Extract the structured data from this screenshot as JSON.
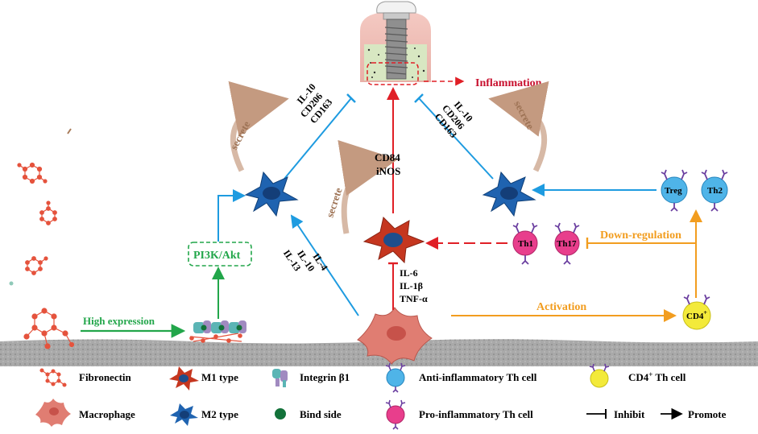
{
  "diagram": {
    "outcome": "Inflammation",
    "left_secreted": [
      "IL-10",
      "CD206",
      "CD163"
    ],
    "right_secreted": [
      "IL-10",
      "CD206",
      "CD163"
    ],
    "m1_markers": [
      "CD84",
      "iNOS"
    ],
    "secrete_label": "secrete",
    "pathway": "PI3K/Akt",
    "high_expression": "High expression",
    "m2_inducers": [
      "IL-4",
      "IL-10",
      "IL-13"
    ],
    "m1_inducers": [
      "IL-6",
      "IL-1β",
      "TNF-α"
    ],
    "activation": "Activation",
    "down_regulation": "Down-regulation",
    "cells": {
      "th1": "Th1",
      "th17": "Th17",
      "treg": "Treg",
      "th2": "Th2",
      "cd4": "CD4",
      "cd4_sup": "+"
    }
  },
  "legend": {
    "fibronectin": "Fibronectin",
    "macrophage": "Macrophage",
    "m1_type": "M1 type",
    "m2_type": "M2 type",
    "integrin": "Integrin β1",
    "bind_side": "Bind side",
    "anti_th": "Anti-inflammatory Th cell",
    "pro_th": "Pro-inflammatory Th cell",
    "cd4_th": "CD4",
    "cd4_th_sup": "+",
    "cd4_th_suffix": " Th cell",
    "inhibit": "Inhibit",
    "promote": "Promote"
  },
  "colors": {
    "blue": "#1e9be0",
    "red": "#e01f26",
    "green": "#22a64a",
    "orange": "#f29d1f",
    "brown": "#b8876a",
    "title_red": "#c8102e",
    "m2_fill": "#1f63b0",
    "m1_fill": "#c5361f",
    "mac_fill": "#e07d72",
    "fibronectin": "#e5533d",
    "anti_th": "#4fb4e8",
    "pro_th": "#e83e8c",
    "cd4": "#f3ea3a"
  }
}
